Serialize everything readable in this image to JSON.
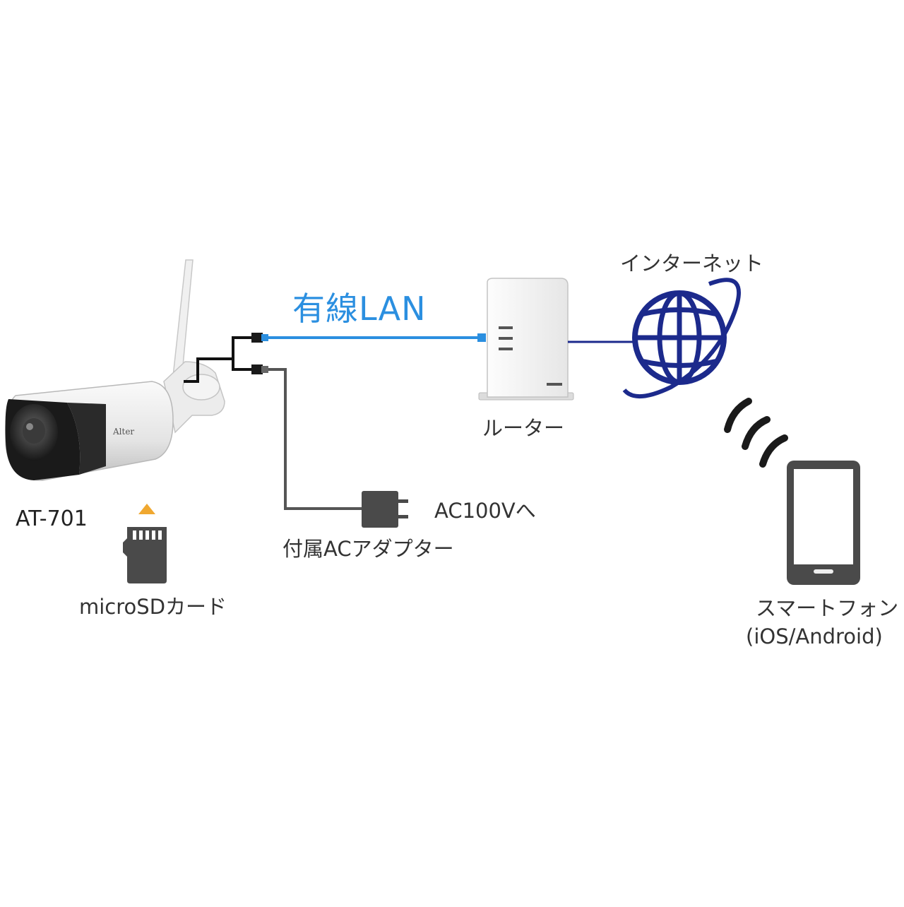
{
  "labels": {
    "wired_lan": "有線LAN",
    "camera_model": "AT-701",
    "camera_brand": "Alter",
    "microsd": "microSDカード",
    "adapter": "付属ACアダプター",
    "ac_power": "AC100Vへ",
    "router": "ルーター",
    "internet": "インターネット",
    "smartphone": "スマートフォン",
    "smartphone_os": "(iOS/Android)"
  },
  "colors": {
    "lan_cable": "#2b8fe0",
    "internet_link": "#1c2a8c",
    "globe": "#1c2a8c",
    "sd_arrow": "#f0a830",
    "power_cable": "#555555"
  },
  "icons": [
    "camera-icon",
    "microsd-icon",
    "ac-adapter-icon",
    "router-icon",
    "globe-icon",
    "wifi-signal-icon",
    "smartphone-icon"
  ]
}
